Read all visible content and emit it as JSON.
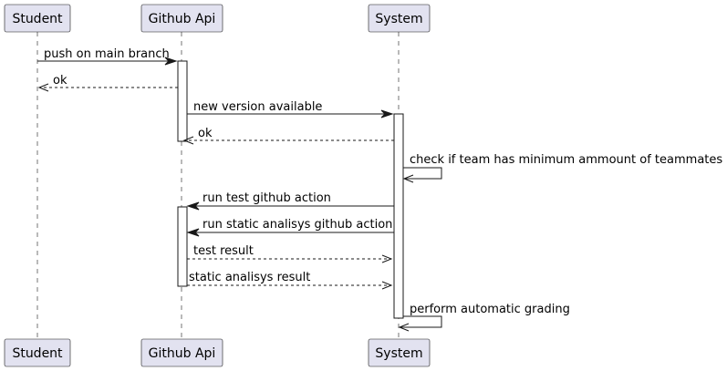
{
  "participants": {
    "student": "Student",
    "github_api": "Github Api",
    "system": "System"
  },
  "messages": {
    "m1": "push on main branch",
    "m2": "ok",
    "m3": "new version available",
    "m4": "ok",
    "m5": "check if team has minimum ammount of teammates",
    "m6": "run test github action",
    "m7": "run static analisys github action",
    "m8": "test result",
    "m9": "static analisys result",
    "m10": "perform automatic grading"
  }
}
